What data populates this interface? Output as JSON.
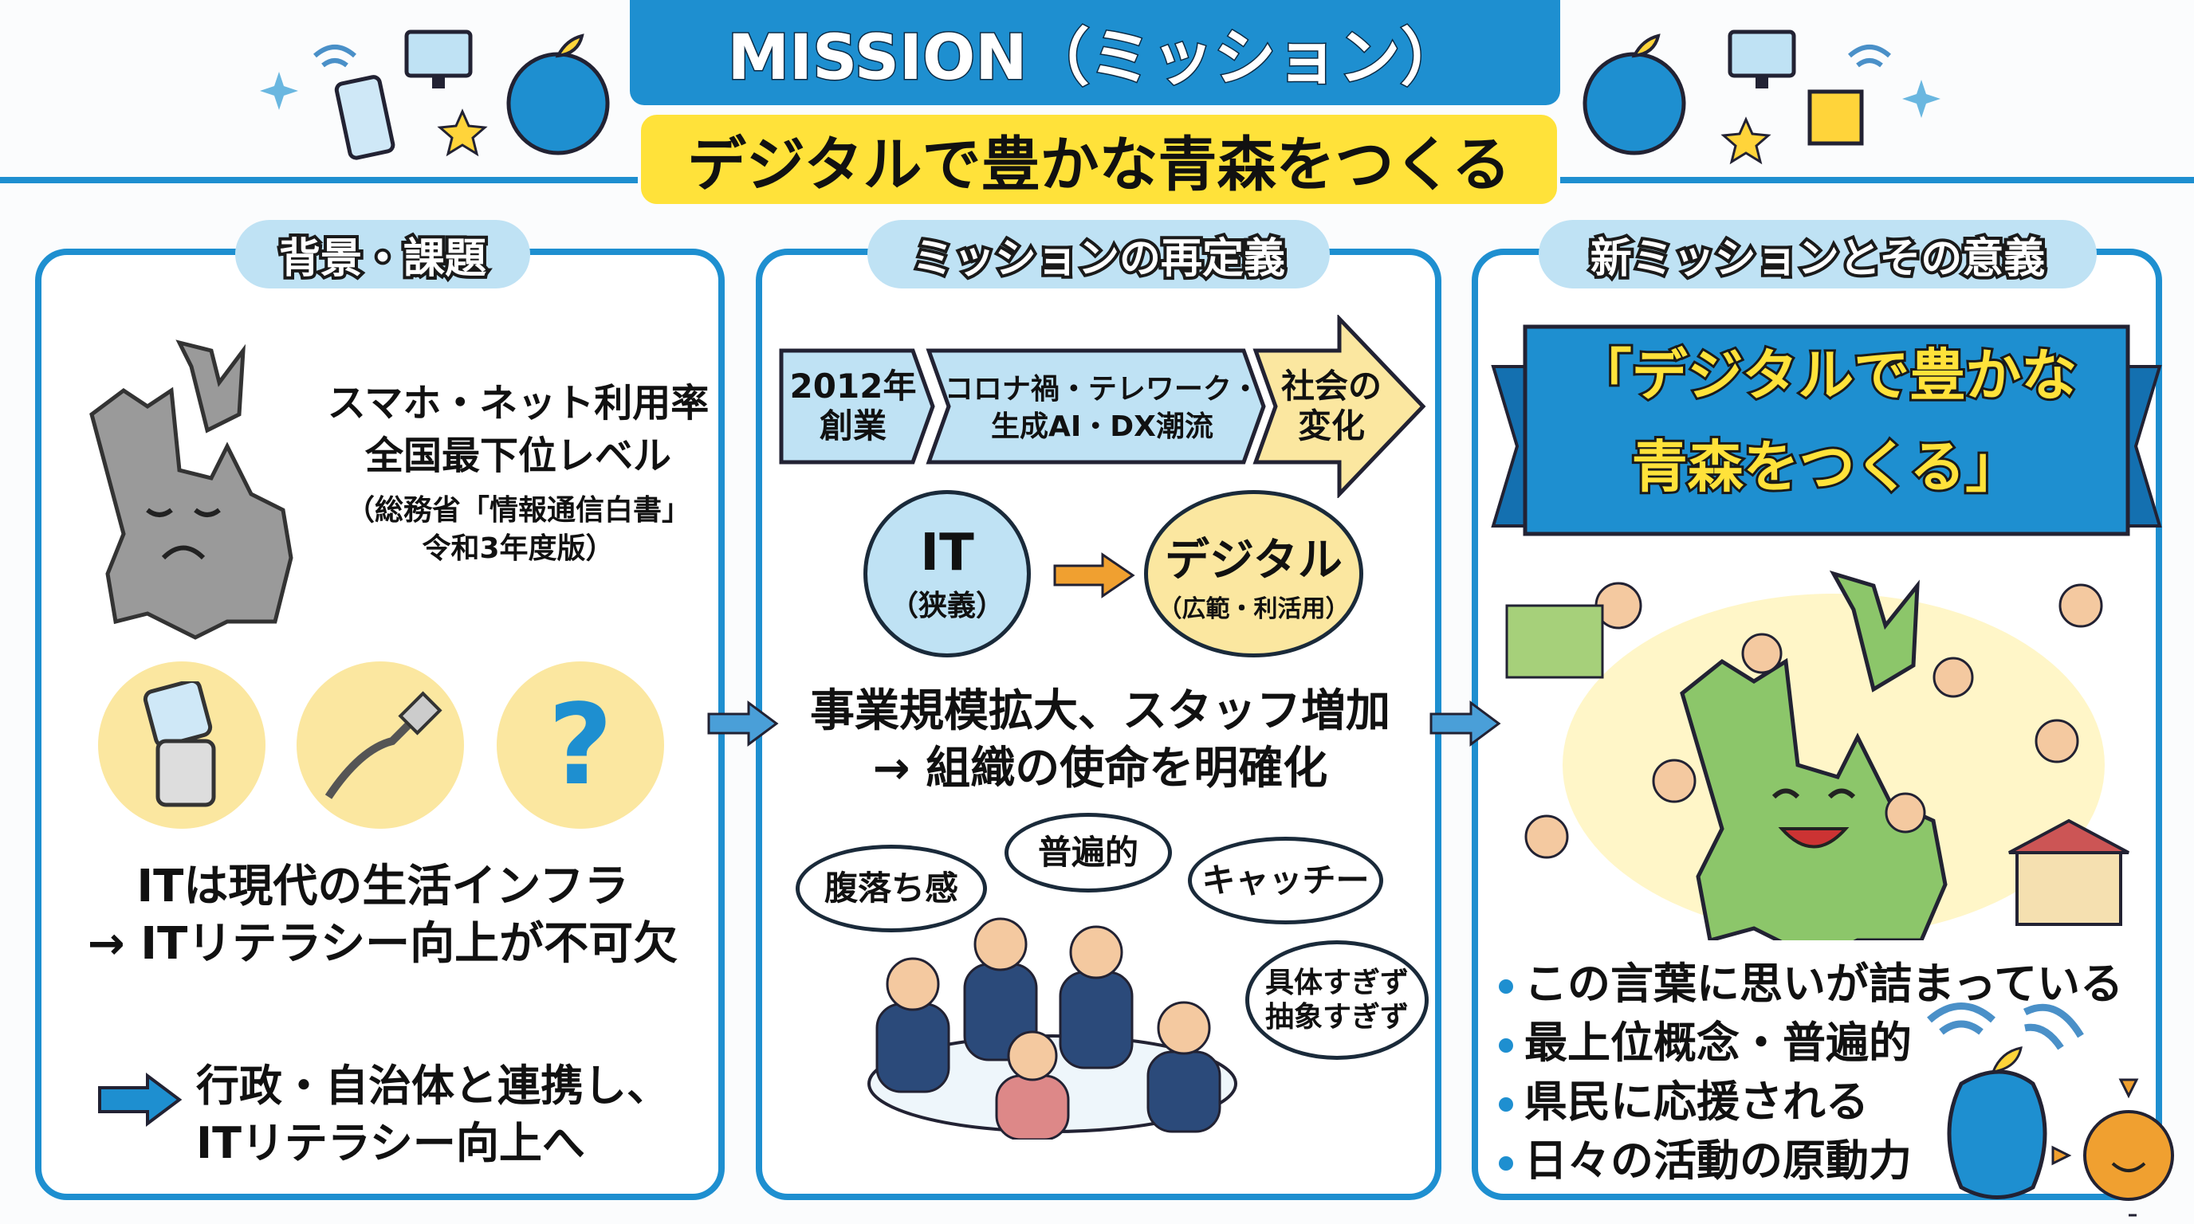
{
  "header": {
    "title": "MISSION（ミッション）",
    "subtitle": "デジタルで豊かな青森をつくる"
  },
  "colors": {
    "accent": "#1e8fd0",
    "yellow": "#ffe23a",
    "light_blue": "#bfe2f4",
    "light_yellow": "#fbe7a0"
  },
  "left": {
    "tab": "背景・課題",
    "stat1": "スマホ・ネット利用率",
    "stat2": "全国最下位レベル",
    "source1": "（総務省「情報通信白書」",
    "source2": "令和3年度版）",
    "icons": [
      "flip-phone-icon",
      "cable-icon",
      "question-icon"
    ],
    "question": "?",
    "infra1": "ITは現代の生活インフラ",
    "infra2": "→ ITリテラシー向上が不可欠",
    "action1": "行政・自治体と連携し、",
    "action2": "ITリテラシー向上へ"
  },
  "middle": {
    "tab": "ミッションの再定義",
    "step1": [
      "2012年",
      "創業"
    ],
    "step2": [
      "コロナ禍・テレワーク・",
      "生成AI・DX潮流"
    ],
    "step3": [
      "社会の",
      "変化"
    ],
    "it": "IT",
    "it_sub": "（狭義）",
    "digital": "デジタル",
    "digital_sub": "（広範・利活用）",
    "growth1": "事業規模拡大、スタッフ増加",
    "growth2": "→ 組織の使命を明確化",
    "bubbles": [
      "腹落ち感",
      "普遍的",
      "キャッチー"
    ],
    "bubble4": [
      "具体すぎず",
      "抽象すぎず"
    ]
  },
  "right": {
    "tab": "新ミッションとその意義",
    "banner1": "「デジタルで豊かな",
    "banner2": "青森をつくる」",
    "bullets": [
      "この言葉に思いが詰まっている",
      "最上位概念・普遍的",
      "県民に応援される",
      "日々の活動の原動力"
    ]
  }
}
